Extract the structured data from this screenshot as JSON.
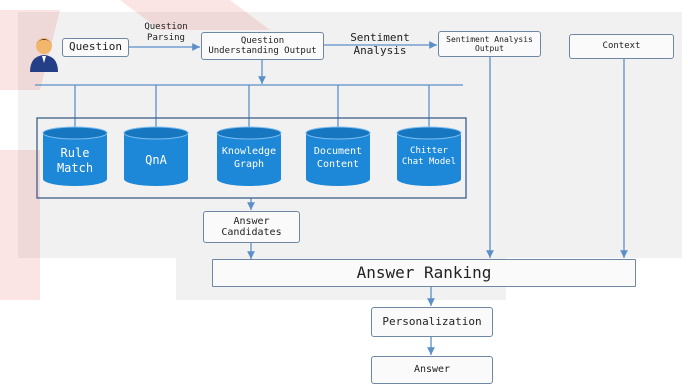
{
  "nodes": {
    "question": "Question",
    "question_parsing": "Question\nParsing",
    "question_understanding": "Question\nUnderstanding Output",
    "sentiment_analysis": "Sentiment\nAnalysis",
    "sentiment_output": "Sentiment Analysis\nOutput",
    "context": "Context",
    "answer_candidates": "Answer\nCandidates",
    "answer_ranking": "Answer Ranking",
    "personalization": "Personalization",
    "answer": "Answer"
  },
  "sources": [
    {
      "label": "Rule\nMatch"
    },
    {
      "label": "QnA"
    },
    {
      "label": "Knowledge\nGraph"
    },
    {
      "label": "Document\nContent"
    },
    {
      "label": "Chitter\nChat Model"
    }
  ],
  "colors": {
    "cylinder_fill": "#1e88d8",
    "cylinder_dark": "#1676c0",
    "box_border": "#6d87a4",
    "line": "#5b8fc7",
    "panel": "#f1f1f1"
  },
  "icons": {
    "user": "user-avatar-icon"
  }
}
